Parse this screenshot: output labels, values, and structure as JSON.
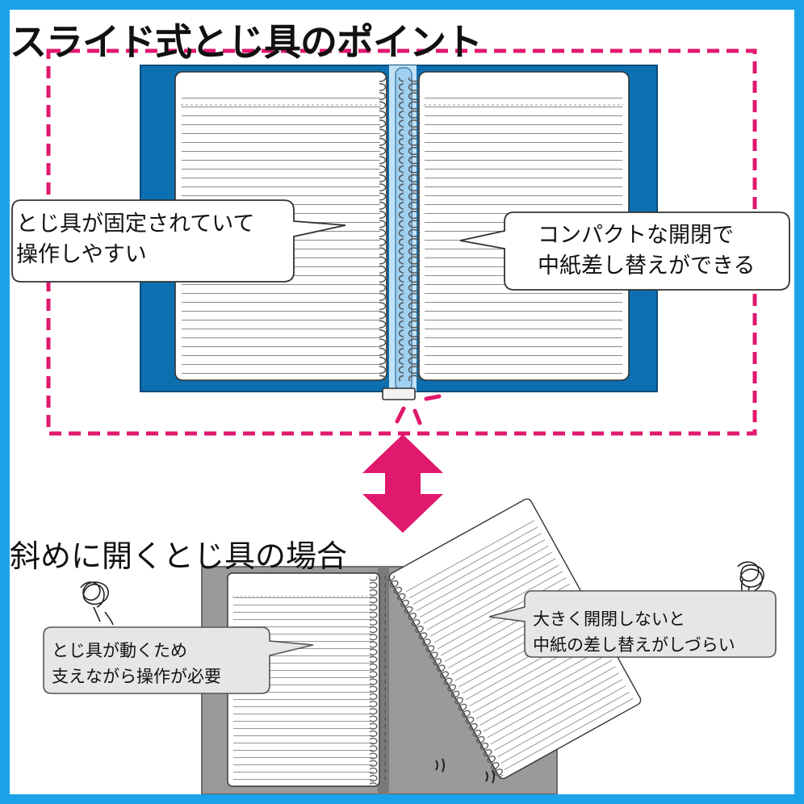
{
  "heading": {
    "main_title": "スライド式とじ具のポイント",
    "sub_title": "斜めに開くとじ具の場合"
  },
  "callouts": {
    "slide_left": [
      "とじ具が固定されていて",
      "操作しやすい"
    ],
    "slide_right": [
      "コンパクトな開閉で",
      "中紙差し替えができる"
    ],
    "diagonal_left": [
      "とじ具が動くため",
      "支えながら操作が必要"
    ],
    "diagonal_right": [
      "大きく開閉しないと",
      "中紙の差し替えがしづらい"
    ]
  },
  "colors": {
    "frame": "#1aa3e8",
    "highlight_magenta": "#e0186e",
    "binder_blue": "#0c6fb0",
    "spine_light_blue": "#9fd0f0",
    "binder_gray": "#9a9a9a",
    "bubble_white": "#ffffff",
    "bubble_gray": "#e6e6e6"
  },
  "icons": {
    "arrow": "double-headed-vertical-arrow",
    "confusion_left": "tangled-scribble-icon",
    "confusion_right": "tangled-scribble-icon"
  }
}
